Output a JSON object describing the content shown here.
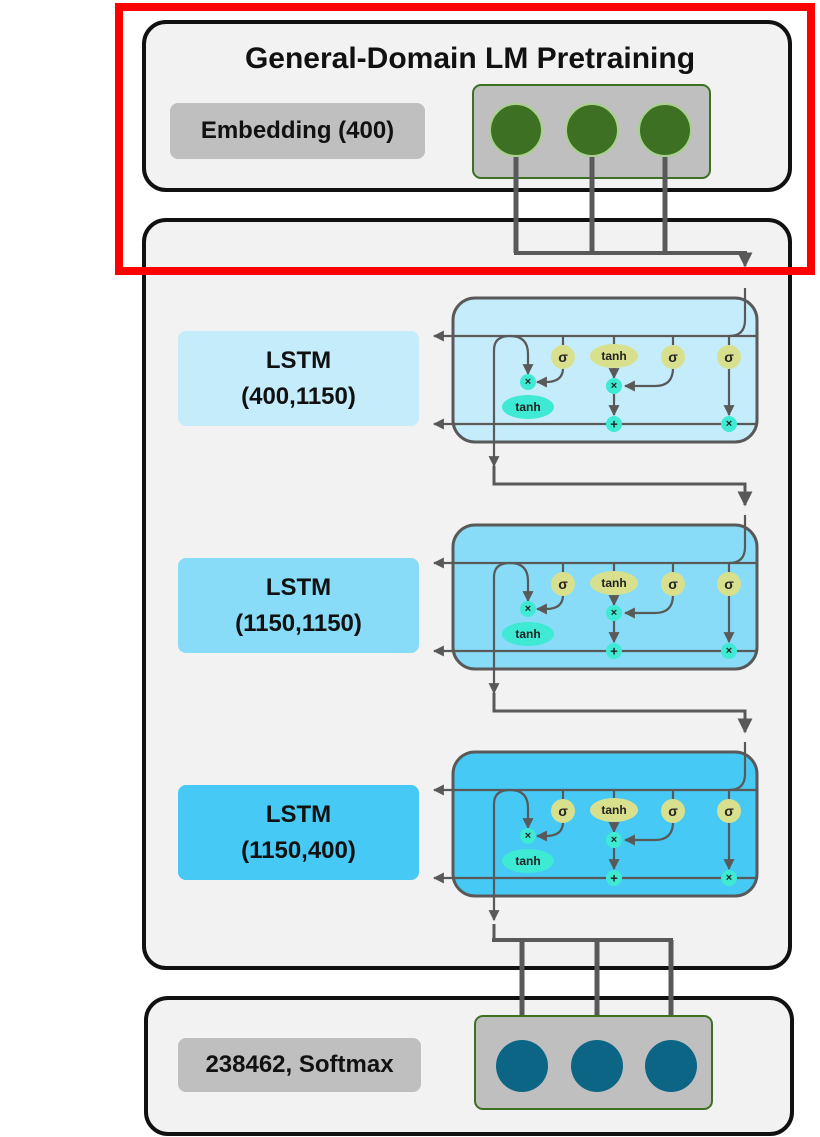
{
  "title": "General-Domain LM Pretraining",
  "embedding": {
    "label": "Embedding (400)"
  },
  "lstm_layers": [
    {
      "name": "LSTM",
      "dims": "(400,1150)",
      "fill": "#c5ecfb",
      "cell_fill": "#c5ecfb"
    },
    {
      "name": "LSTM",
      "dims": "(1150,1150)",
      "fill": "#88dcf8",
      "cell_fill": "#88dcf8"
    },
    {
      "name": "LSTM",
      "dims": "(1150,400)",
      "fill": "#46c9f4",
      "cell_fill": "#46c9f4"
    }
  ],
  "output": {
    "label": "238462, Softmax"
  },
  "gate_symbols": {
    "sigma": "σ",
    "tanh": "tanh",
    "multiply": "×",
    "add": "+"
  },
  "colors": {
    "embedding_node": "#3e7024",
    "output_node": "#0c6585",
    "gate": "#d9e08d",
    "op": "#3eead3",
    "highlight": "#ff0000"
  }
}
